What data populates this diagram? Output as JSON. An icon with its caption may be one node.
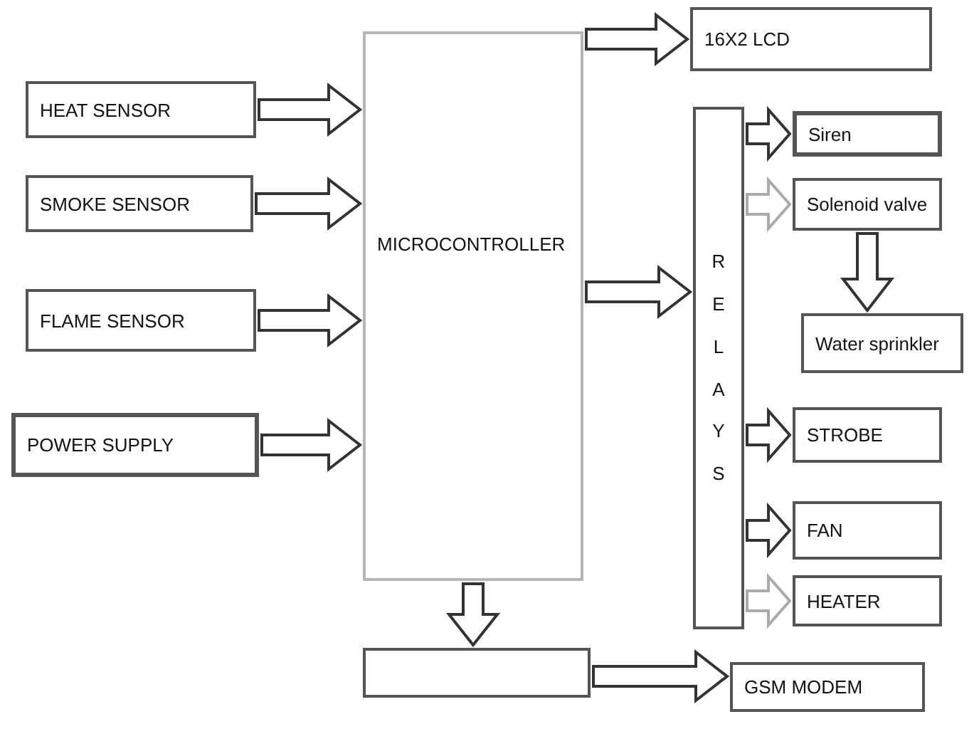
{
  "diagram": {
    "nodes": [
      {
        "text": [
          "HEAT SENSOR"
        ]
      },
      {
        "text": [
          "SMOKE SENSOR"
        ]
      },
      {
        "text": [
          "FLAME SENSOR"
        ]
      },
      {
        "text": [
          "POWER SUPPLY"
        ]
      },
      {
        "text": [
          "MICROCONTROLLER"
        ]
      },
      {
        "text": [
          "16X2 LCD"
        ]
      },
      {
        "text": [
          "RELAYS"
        ]
      },
      {
        "text": [
          "Siren"
        ]
      },
      {
        "text": [
          "Solenoid valve"
        ]
      },
      {
        "text": [
          "Water sprinkler"
        ]
      },
      {
        "text": [
          "STROBE"
        ]
      },
      {
        "text": [
          "FAN"
        ]
      },
      {
        "text": [
          "HEATER"
        ]
      },
      {
        "text": [],
        "shape": "box"
      },
      {
        "text": [
          "GSM  MODEM"
        ]
      }
    ],
    "edges": [
      {
        "from": 0,
        "to": 4,
        "arrow": "to"
      },
      {
        "from": 1,
        "to": 4,
        "arrow": "to"
      },
      {
        "from": 2,
        "to": 4,
        "arrow": "to"
      },
      {
        "from": 3,
        "to": 4,
        "arrow": "to"
      },
      {
        "from": 4,
        "to": 5,
        "arrow": "to"
      },
      {
        "from": 4,
        "to": 6,
        "arrow": "to"
      },
      {
        "from": 6,
        "to": 7,
        "arrow": "to"
      },
      {
        "from": 6,
        "to": 8,
        "arrow": "to",
        "color": "#aaaaaa"
      },
      {
        "from": 8,
        "to": 9,
        "arrow": "to"
      },
      {
        "from": 6,
        "to": 10,
        "arrow": "to"
      },
      {
        "from": 6,
        "to": 11,
        "arrow": "to"
      },
      {
        "from": 6,
        "to": 12,
        "arrow": "to",
        "color": "#aaaaaa"
      },
      {
        "from": 4,
        "to": 13,
        "arrow": "to"
      },
      {
        "from": 13,
        "to": 14,
        "arrow": "to"
      }
    ]
  }
}
